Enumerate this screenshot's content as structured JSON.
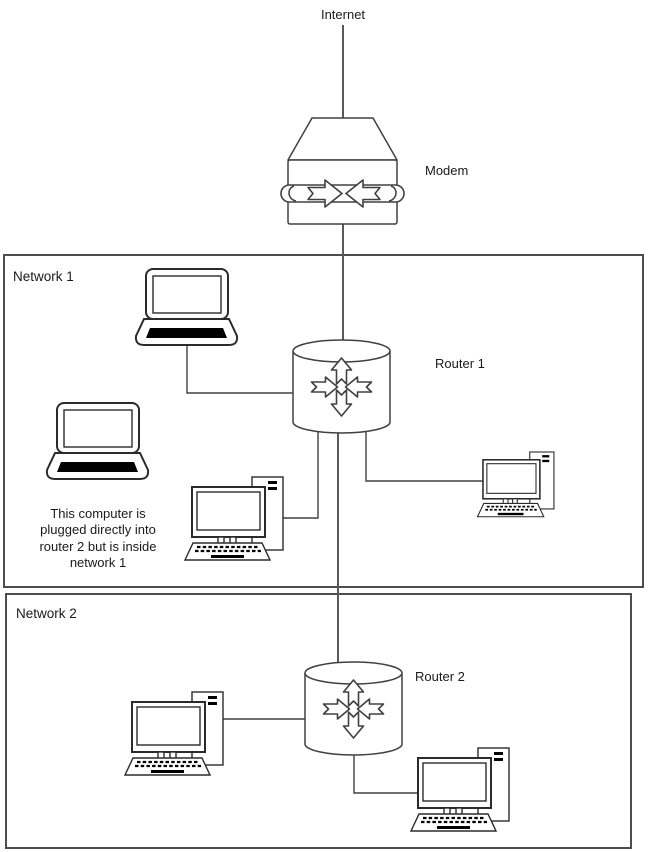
{
  "diagram": {
    "labels": {
      "internet": "Internet",
      "modem": "Modem",
      "network1": "Network 1",
      "router1": "Router 1",
      "network2": "Network 2",
      "router2": "Router 2"
    },
    "annotation": {
      "lines": [
        "This computer is",
        "plugged directly into",
        "router 2 but is inside",
        "network 1"
      ]
    },
    "devices": [
      {
        "id": "modem",
        "type": "modem",
        "label": "Modem"
      },
      {
        "id": "router-1",
        "type": "router",
        "label": "Router 1",
        "network": "Network 1"
      },
      {
        "id": "router-2",
        "type": "router",
        "label": "Router 2",
        "network": "Network 2"
      },
      {
        "id": "laptop-1",
        "type": "laptop",
        "network": "Network 1"
      },
      {
        "id": "laptop-2",
        "type": "laptop",
        "network": "Network 1"
      },
      {
        "id": "desktop-1",
        "type": "desktop",
        "network": "Network 1"
      },
      {
        "id": "desktop-2",
        "type": "desktop",
        "network": "Network 1"
      },
      {
        "id": "desktop-3",
        "type": "desktop",
        "network": "Network 2"
      },
      {
        "id": "desktop-4",
        "type": "desktop",
        "network": "Network 2"
      }
    ],
    "connections": [
      {
        "from": "internet",
        "to": "modem"
      },
      {
        "from": "modem",
        "to": "router-1"
      },
      {
        "from": "laptop-1",
        "to": "router-1"
      },
      {
        "from": "desktop-1",
        "to": "router-1"
      },
      {
        "from": "desktop-2",
        "to": "router-1"
      },
      {
        "from": "router-1",
        "to": "router-2"
      },
      {
        "from": "desktop-3",
        "to": "router-2"
      },
      {
        "from": "router-2",
        "to": "desktop-4"
      }
    ],
    "colors": {
      "background": "#ffffff",
      "box_border": "#4d4d4d",
      "connector": "#595959",
      "device_stroke": "#2b2b2b",
      "glyph_stroke": "#404040",
      "text": "#1a1a1a",
      "black_fill": "#000000"
    }
  }
}
